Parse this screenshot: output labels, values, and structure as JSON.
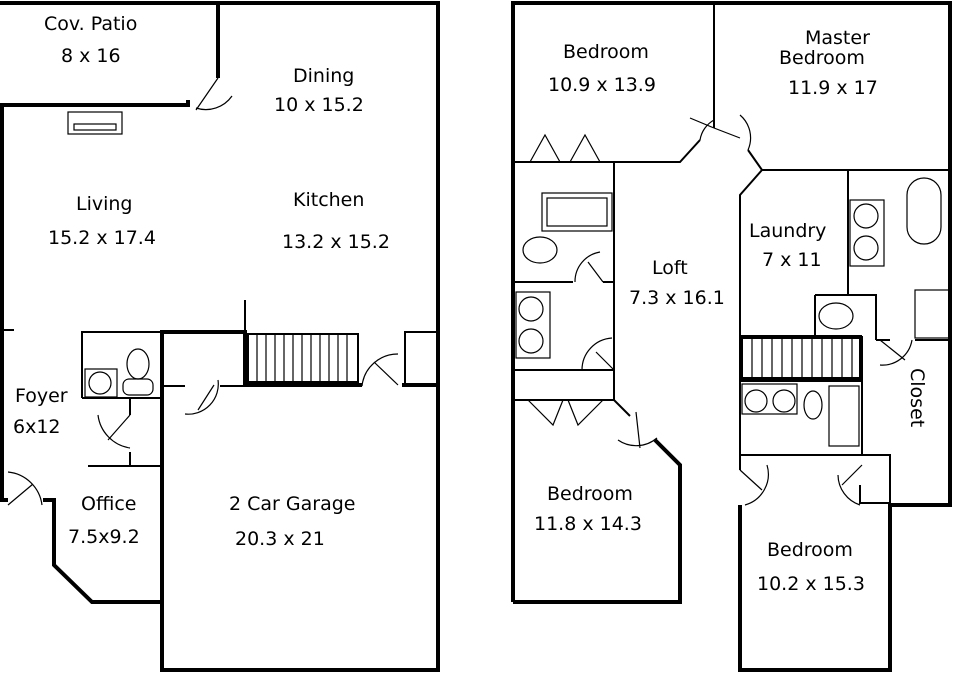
{
  "colors": {
    "wall": "#000000",
    "background": "#ffffff"
  },
  "first_floor": {
    "rooms": [
      {
        "name": "Cov. Patio",
        "size": "8 x 16"
      },
      {
        "name": "Dining",
        "size": "10 x 15.2"
      },
      {
        "name": "Living",
        "size": "15.2 x 17.4"
      },
      {
        "name": "Kitchen",
        "size": "13.2 x 15.2"
      },
      {
        "name": "Foyer",
        "size": "6x12"
      },
      {
        "name": "Office",
        "size": "7.5x9.2"
      },
      {
        "name": "2 Car Garage",
        "size": "20.3 x 21"
      }
    ]
  },
  "second_floor": {
    "rooms": [
      {
        "name": "Bedroom",
        "size": "10.9 x 13.9"
      },
      {
        "name": "Master\nBedroom",
        "name_line1": "Master",
        "name_line2": "Bedroom",
        "size": "11.9 x 17"
      },
      {
        "name": "Loft",
        "size": "7.3 x 16.1"
      },
      {
        "name": "Laundry",
        "size": "7 x 11"
      },
      {
        "name": "Closet",
        "size": ""
      },
      {
        "name": "Bedroom",
        "size": "11.8 x 14.3"
      },
      {
        "name": "Bedroom",
        "size": "10.2 x 15.3"
      }
    ]
  }
}
